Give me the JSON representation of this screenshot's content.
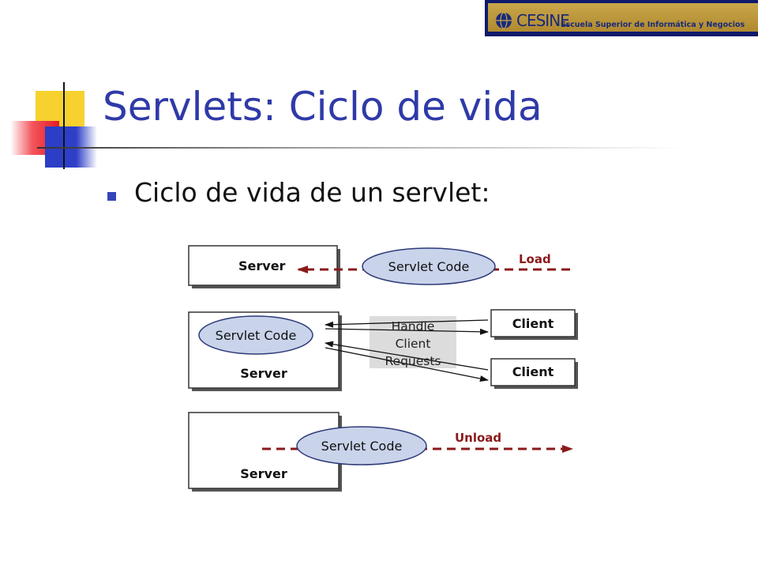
{
  "logo": {
    "name": "CESINE",
    "subtitle": "Escuela Superior de Informática y Negocios"
  },
  "slide": {
    "title": "Servlets: Ciclo de vida",
    "bullet": "Ciclo de vida de un servlet:"
  },
  "diagram": {
    "stage1": {
      "server": "Server",
      "code": "Servlet Code",
      "action": "Load"
    },
    "stage2": {
      "server": "Server",
      "code": "Servlet Code",
      "handle": [
        "Handle",
        "Client",
        "Requests"
      ],
      "client_a": "Client",
      "client_b": "Client"
    },
    "stage3": {
      "server": "Server",
      "code": "Servlet Code",
      "action": "Unload"
    }
  },
  "colors": {
    "title": "#2f3aa8",
    "arrow": "#8b1a1a",
    "ellipse_fill": "#c9d3ea",
    "ellipse_stroke": "#2d3a78",
    "accent_yellow": "#f7d12e",
    "accent_red": "#e21b24",
    "accent_blue": "#2b3ec6"
  },
  "icons": [
    "globe-icon",
    "bullet-square-icon"
  ]
}
